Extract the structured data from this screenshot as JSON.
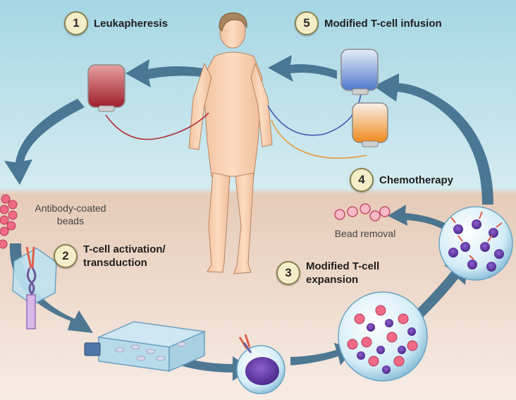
{
  "steps": [
    {
      "number": "1",
      "label": "Leukapheresis"
    },
    {
      "number": "2",
      "label_line1": "T-cell activation/",
      "label_line2": "transduction"
    },
    {
      "number": "3",
      "label_line1": "Modified T-cell",
      "label_line2": "expansion"
    },
    {
      "number": "4",
      "label": "Chemotherapy"
    },
    {
      "number": "5",
      "label": "Modified T-cell infusion"
    }
  ],
  "annotations": {
    "beads_line1": "Antibody-coated",
    "beads_line2": "beads",
    "bead_removal": "Bead removal"
  },
  "colors": {
    "sky_top": "#9ccfe0",
    "ground": "#ead3c4",
    "arrow": "#3f6e8c",
    "blood_bag": "#b0303a",
    "tcell_bag": "#6a8ed6",
    "chemo_bag": "#f0902a",
    "skin": "#f7d1b0",
    "bead": "#f06a86",
    "tcell": "#7a4cb6"
  }
}
